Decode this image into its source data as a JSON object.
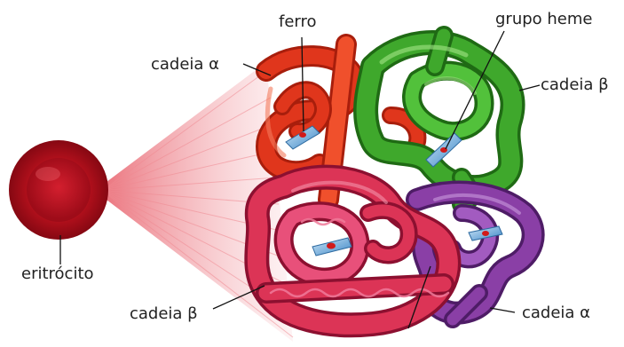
{
  "labels": {
    "ferro": "ferro",
    "grupo_heme": "grupo heme",
    "cadeia_alpha_top": "cadeia α",
    "cadeia_beta_top": "cadeia β",
    "eritrocito": "eritrócito",
    "cadeia_beta_bottom": "cadeia β",
    "cadeia_alpha_bottom": "cadeia α"
  },
  "colors": {
    "alpha_top": "#e0361c",
    "beta_top": "#3fa82c",
    "beta_bottom": "#dc3456",
    "alpha_bottom": "#8a3fa6",
    "heme": "#4f9fd8",
    "iron": "#d11a1a",
    "erythrocyte": "#b3101c"
  }
}
